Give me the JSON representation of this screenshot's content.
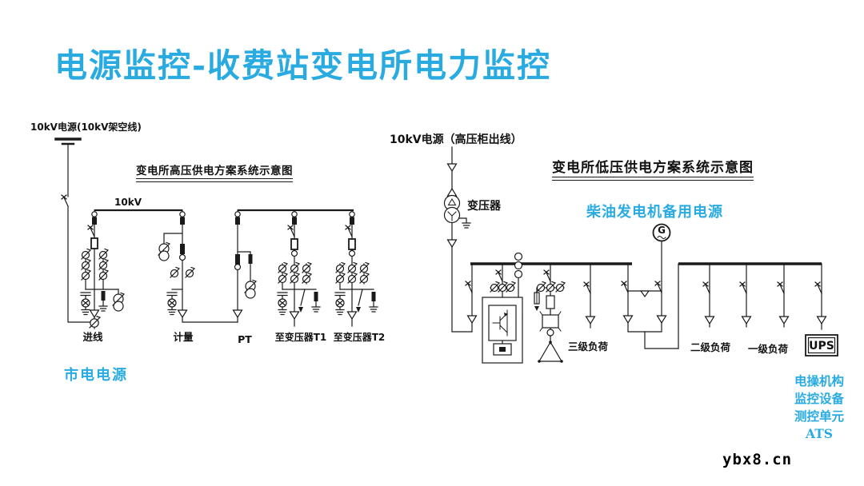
{
  "slide": {
    "title": "电源监控-收费站变电所电力监控",
    "watermark": "ybx8.cn",
    "colors": {
      "accent": "#29ABE2",
      "line": "#1a1a1a",
      "background": "#ffffff"
    }
  },
  "hv_diagram": {
    "title": "变电所高压供电方案系统示意图",
    "source_label": "10kV电源(10kV架空线)",
    "bus_label": "10kV",
    "feeders": [
      "进线",
      "计量",
      "PT",
      "至变压器T1",
      "至变压器T2"
    ],
    "annotation": "市电电源"
  },
  "lv_diagram": {
    "title": "变电所低压供电方案系统示意图",
    "source_label": "10kV电源（高压柜出线）",
    "transformer_label": "变压器",
    "generator_symbol": "G",
    "generator_annotation": "柴油发电机备用电源",
    "load_labels": [
      "三级负荷",
      "二级负荷",
      "一级负荷"
    ],
    "ups_label": "UPS",
    "right_annotation_lines": [
      "电操机构",
      "监控设备",
      "测控单元",
      "ATS"
    ]
  }
}
